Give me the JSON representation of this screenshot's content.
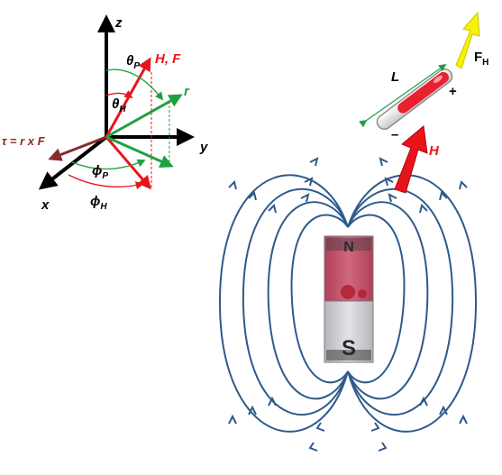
{
  "axes": {
    "z_label": "z",
    "y_label": "y",
    "x_label": "x",
    "theta_p_base": "θ",
    "theta_p_sub": "P",
    "theta_h_base": "θ",
    "theta_h_sub": "H",
    "phi_p_base": "ϕ",
    "phi_p_sub": "P",
    "phi_h_base": "ϕ",
    "phi_h_sub": "H",
    "hf_label": "H, F",
    "r_label": "r",
    "torque_label": "τ = r x F"
  },
  "probe": {
    "length_label": "L",
    "plus_label": "+",
    "minus_label": "–",
    "force_base": "F",
    "force_sub": "H",
    "field_label": "H"
  },
  "magnet": {
    "north_label": "N",
    "south_label": "S"
  },
  "colors": {
    "axis": "#000000",
    "field_vector": "#e8141b",
    "position_vector": "#20a040",
    "torque": "#8b2a2a",
    "field_line": "#2e5a8c",
    "force_arrow": "#f7f200",
    "north_pole": "#c8546a",
    "south_pole": "#d6d4da"
  }
}
